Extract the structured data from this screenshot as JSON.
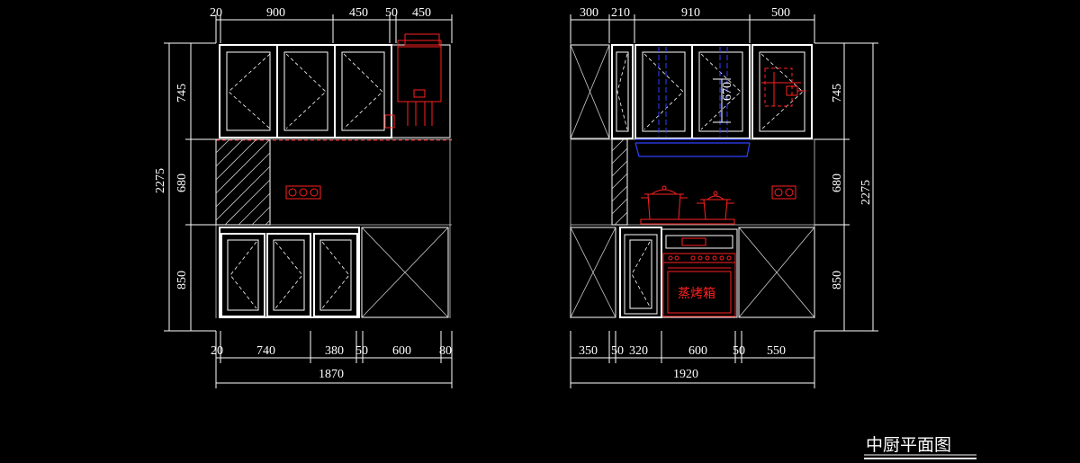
{
  "title": "中厨平面图",
  "left": {
    "top_dims": [
      "20",
      "900",
      "450",
      "50",
      "450"
    ],
    "bottom_dims": [
      "20",
      "740",
      "380",
      "50",
      "600",
      "80"
    ],
    "total_width": "1870",
    "side_dims": [
      "745",
      "680",
      "850"
    ],
    "total_height": "2275"
  },
  "right": {
    "top_dims": [
      "300",
      "210",
      "910",
      "500"
    ],
    "bottom_dims": [
      "350",
      "50",
      "320",
      "600",
      "50",
      "550"
    ],
    "total_width": "1920",
    "side_dims": [
      "745",
      "680",
      "850"
    ],
    "total_height": "2275",
    "hood_dim": "670",
    "oven_label": "蒸烤箱"
  },
  "colors": {
    "background": "#000000",
    "lines": "#ffffff",
    "appliance": "#ff2020",
    "hood": "#3040ff"
  }
}
